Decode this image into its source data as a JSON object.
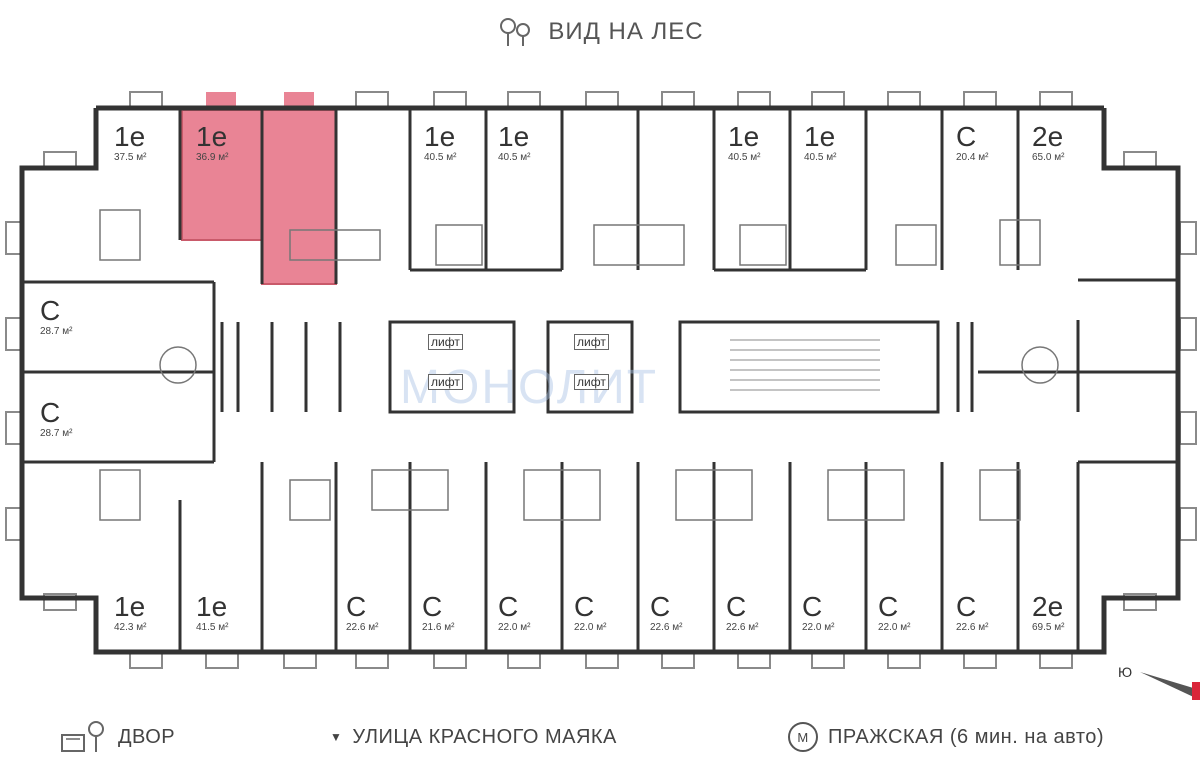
{
  "header": {
    "title": "ВИД НА ЛЕС",
    "icon": "forest-icon"
  },
  "apartments": [
    {
      "type": "1е",
      "area": "37.5 м²",
      "highlighted": false
    },
    {
      "type": "1е",
      "area": "36.9 м²",
      "highlighted": true
    },
    {
      "type": "1е",
      "area": "40.5 м²",
      "highlighted": false
    },
    {
      "type": "1е",
      "area": "40.5 м²",
      "highlighted": false
    },
    {
      "type": "1е",
      "area": "40.5 м²",
      "highlighted": false
    },
    {
      "type": "1е",
      "area": "40.5 м²",
      "highlighted": false
    },
    {
      "type": "С",
      "area": "20.4 м²",
      "highlighted": false
    },
    {
      "type": "2е",
      "area": "65.0 м²",
      "highlighted": false
    },
    {
      "type": "С",
      "area": "28.7 м²",
      "highlighted": false
    },
    {
      "type": "С",
      "area": "28.7 м²",
      "highlighted": false
    },
    {
      "type": "1е",
      "area": "42.3 м²",
      "highlighted": false
    },
    {
      "type": "1е",
      "area": "41.5 м²",
      "highlighted": false
    },
    {
      "type": "С",
      "area": "22.6 м²",
      "highlighted": false
    },
    {
      "type": "С",
      "area": "21.6 м²",
      "highlighted": false
    },
    {
      "type": "С",
      "area": "22.0 м²",
      "highlighted": false
    },
    {
      "type": "С",
      "area": "22.0 м²",
      "highlighted": false
    },
    {
      "type": "С",
      "area": "22.6 м²",
      "highlighted": false
    },
    {
      "type": "С",
      "area": "22.6 м²",
      "highlighted": false
    },
    {
      "type": "С",
      "area": "22.0 м²",
      "highlighted": false
    },
    {
      "type": "С",
      "area": "22.0 м²",
      "highlighted": false
    },
    {
      "type": "С",
      "area": "22.6 м²",
      "highlighted": false
    },
    {
      "type": "2е",
      "area": "69.5 м²",
      "highlighted": false
    }
  ],
  "lifts": [
    "лифт",
    "лифт",
    "лифт",
    "лифт"
  ],
  "watermark": "МОНОЛИТ",
  "compass": "Ю",
  "footer": {
    "yard": "ДВОР",
    "street": "УЛИЦА КРАСНОГО МАЯКА",
    "metro_badge": "М",
    "metro": "ПРАЖСКАЯ (6 мин. на авто)"
  },
  "colors": {
    "highlight": "#e47f8f",
    "walls": "#333333",
    "accent_red": "#d9263a"
  }
}
